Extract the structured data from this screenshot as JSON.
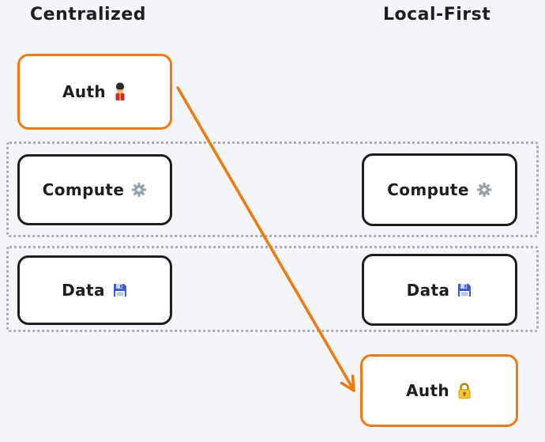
{
  "headers": {
    "left": "Centralized",
    "right": "Local-First"
  },
  "boxes": {
    "auth_left": {
      "label": "Auth",
      "icon": {
        "name": "guard-icon",
        "char": "💂"
      },
      "variant": "orange"
    },
    "compute_left": {
      "label": "Compute",
      "icon": {
        "name": "gear-icon",
        "char": "⚙️"
      },
      "variant": "black"
    },
    "data_left": {
      "label": "Data",
      "icon": {
        "name": "floppy-icon",
        "char": "💾"
      },
      "variant": "black"
    },
    "compute_right": {
      "label": "Compute",
      "icon": {
        "name": "gear-icon",
        "char": "⚙️"
      },
      "variant": "black"
    },
    "data_right": {
      "label": "Data",
      "icon": {
        "name": "floppy-icon",
        "char": "💾"
      },
      "variant": "black"
    },
    "auth_right": {
      "label": "Auth",
      "icon": {
        "name": "lock-icon",
        "char": "🔒"
      },
      "variant": "orange"
    }
  },
  "groups": [
    {
      "name": "compute-layer",
      "contains": [
        "compute_left",
        "compute_right"
      ]
    },
    {
      "name": "data-layer",
      "contains": [
        "data_left",
        "data_right"
      ]
    }
  ],
  "arrow": {
    "from": "auth_left",
    "to": "auth_right",
    "color": "#f2790d"
  },
  "colors": {
    "accent_orange": "#f2790d",
    "box_stroke": "#1e1e1e",
    "group_dotted": "#a9abb0",
    "background": "#f4f5f8",
    "box_fill": "#ffffff"
  }
}
